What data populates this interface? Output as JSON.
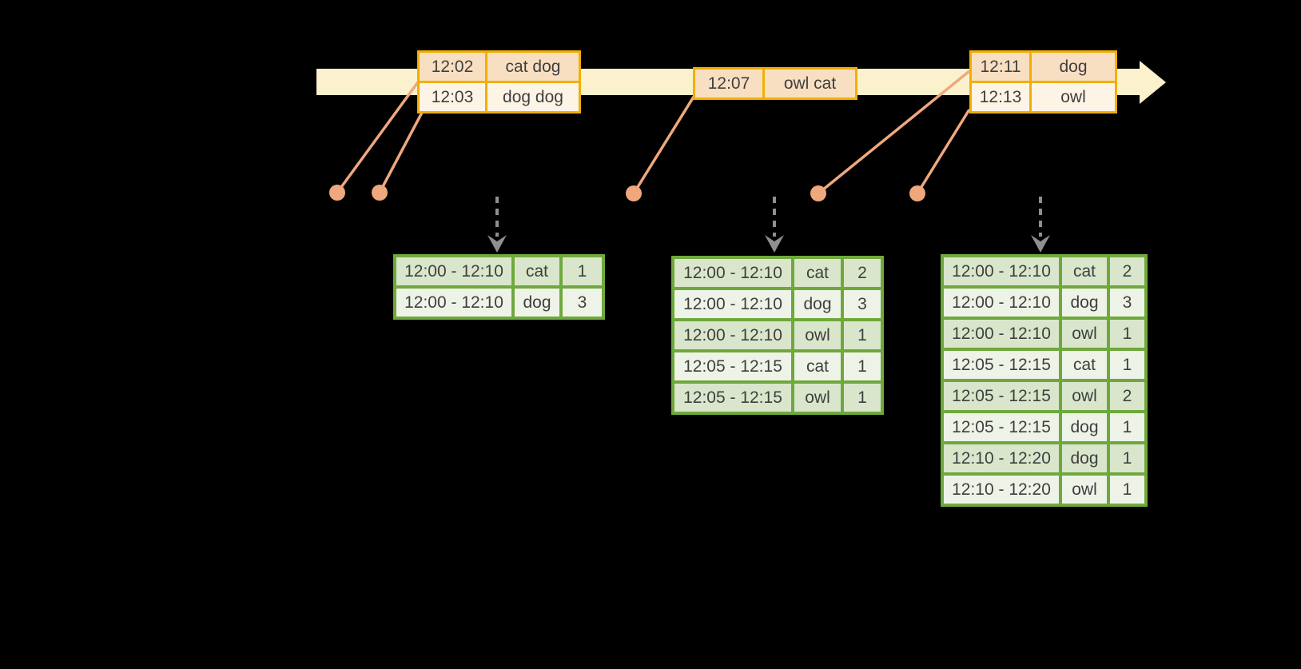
{
  "palette": {
    "bg": "#000000",
    "cream": "#fcf1cd",
    "gold": "#f0b000",
    "peach-dark": "#f9dfc1",
    "peach-light": "#fdf4e6",
    "salmon": "#efa87d",
    "gray": "#8f8f8f",
    "green": "#6fa83c",
    "green-dark": "#d9e6cb",
    "green-light": "#eef3e8",
    "ink": "#3f3f3f"
  },
  "stream_batches": [
    {
      "events": [
        {
          "time": "12:02",
          "words": "cat dog"
        },
        {
          "time": "12:03",
          "words": "dog dog"
        }
      ]
    },
    {
      "events": [
        {
          "time": "12:07",
          "words": "owl cat"
        }
      ]
    },
    {
      "events": [
        {
          "time": "12:11",
          "words": "dog"
        },
        {
          "time": "12:13",
          "words": "owl"
        }
      ]
    }
  ],
  "result_tables": [
    {
      "rows": [
        {
          "window": "12:00 - 12:10",
          "word": "cat",
          "count": "1"
        },
        {
          "window": "12:00 - 12:10",
          "word": "dog",
          "count": "3"
        }
      ]
    },
    {
      "rows": [
        {
          "window": "12:00 - 12:10",
          "word": "cat",
          "count": "2"
        },
        {
          "window": "12:00 - 12:10",
          "word": "dog",
          "count": "3"
        },
        {
          "window": "12:00 - 12:10",
          "word": "owl",
          "count": "1"
        },
        {
          "window": "12:05 - 12:15",
          "word": "cat",
          "count": "1"
        },
        {
          "window": "12:05 - 12:15",
          "word": "owl",
          "count": "1"
        }
      ]
    },
    {
      "rows": [
        {
          "window": "12:00 - 12:10",
          "word": "cat",
          "count": "2"
        },
        {
          "window": "12:00 - 12:10",
          "word": "dog",
          "count": "3"
        },
        {
          "window": "12:00 - 12:10",
          "word": "owl",
          "count": "1"
        },
        {
          "window": "12:05 - 12:15",
          "word": "cat",
          "count": "1"
        },
        {
          "window": "12:05 - 12:15",
          "word": "owl",
          "count": "2"
        },
        {
          "window": "12:05 - 12:15",
          "word": "dog",
          "count": "1"
        },
        {
          "window": "12:10 - 12:20",
          "word": "dog",
          "count": "1"
        },
        {
          "window": "12:10 - 12:20",
          "word": "owl",
          "count": "1"
        }
      ]
    }
  ]
}
